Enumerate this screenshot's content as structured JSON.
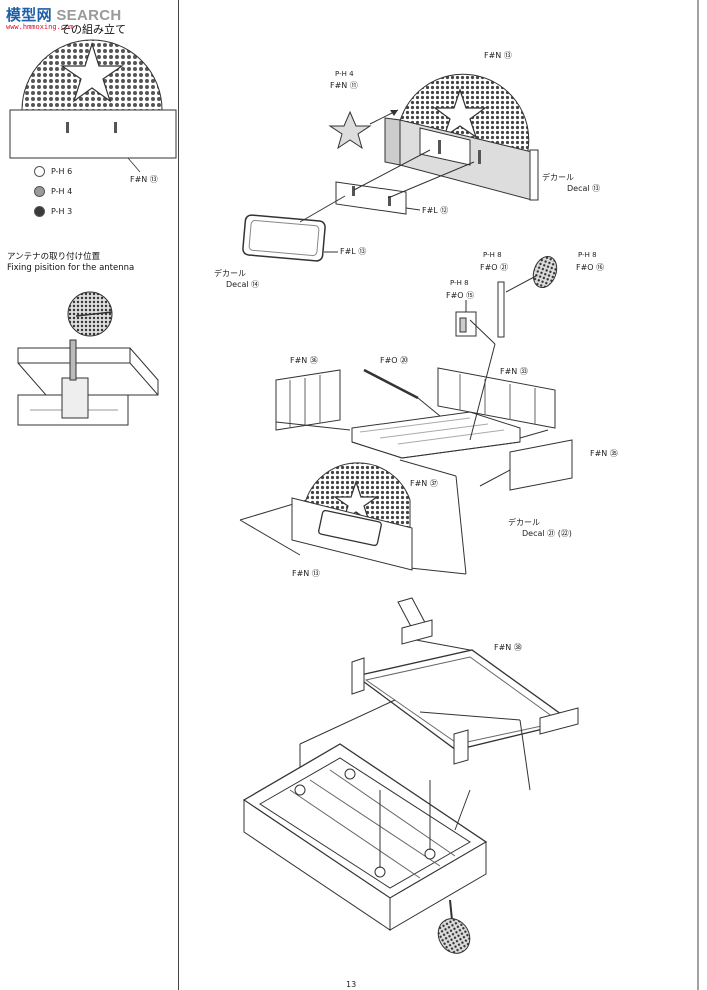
{
  "watermark": {
    "brand_left": "模型网",
    "brand_right": "SEARCH",
    "sub": "www.hmmoxing.com"
  },
  "sidebar": {
    "title_jp": "その組み立て",
    "label_fan13": "F#N ⑬",
    "legend": [
      {
        "code": "P-H 6",
        "color": "#ffffff"
      },
      {
        "code": "P-H 4",
        "color": "#9a9a9a"
      },
      {
        "code": "P-H 3",
        "color": "#3a3a3a"
      }
    ],
    "antenna_title_jp": "アンテナの取り付け位置",
    "antenna_title_en": "Fixing pisition for the antenna"
  },
  "labels": {
    "top_fan13": "F#N ⑬",
    "star_paint": "P-H 4",
    "star_part": "F#N ⑪",
    "decal_jp_1": "デカール",
    "decal_en_1": "Decal ⑬",
    "fl12": "F#L ⑫",
    "fl13": "F#L ⑬",
    "decal_jp_2": "デカール",
    "decal_en_2": "Decal ⑭",
    "ph8_a": "P-H 8",
    "fo21": "F#O ㉑",
    "ph8_b": "P-H 8",
    "fo16": "F#O ⑯",
    "ph8_c": "P-H 8",
    "fo15": "F#O ⑮",
    "fn36": "F#N ㊱",
    "fo20": "F#O ⑳",
    "fn33": "F#N ㉝",
    "fn35": "F#N ㉟",
    "fn37": "F#N ㊲",
    "decal_jp_3": "デカール",
    "decal_en_3": "Decal ㉑ (㉒)",
    "mid_fan13": "F#N ⑬",
    "fn38": "F#N ㊳"
  },
  "page_number": "13"
}
